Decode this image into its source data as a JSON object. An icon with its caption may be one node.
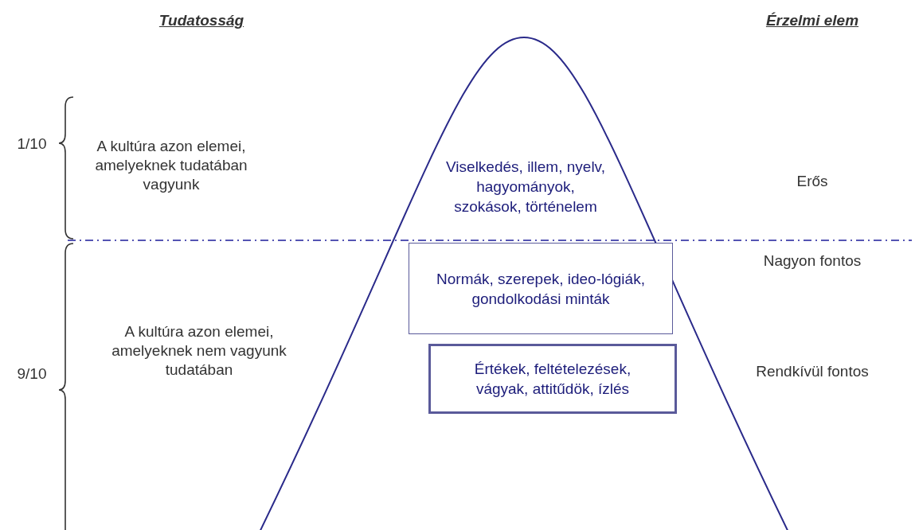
{
  "diagram": {
    "nodes": [
      {
        "text": [
          "Viselkedés, illem, nyelv, hagyományok, szokások, történelem"
        ]
      },
      {
        "text": [
          "Normák, szerepek, ideo-lógiák, gondolkodási minták"
        ],
        "in": 0
      },
      {
        "text": [
          "Értékek, feltételezések, vágyak, attitűdök, ízlés"
        ],
        "in": 0
      }
    ],
    "labels": [
      "Tudatosság",
      "Érzelmi elem",
      "1/10",
      "A kultúra azon elemei, amelyeknek tudatában vagyunk",
      "Erős",
      "Nagyon fontos",
      "9/10",
      "A kultúra azon elemei, amelyeknek nem vagyunk tudatában",
      "Rendkívül fontos"
    ]
  }
}
